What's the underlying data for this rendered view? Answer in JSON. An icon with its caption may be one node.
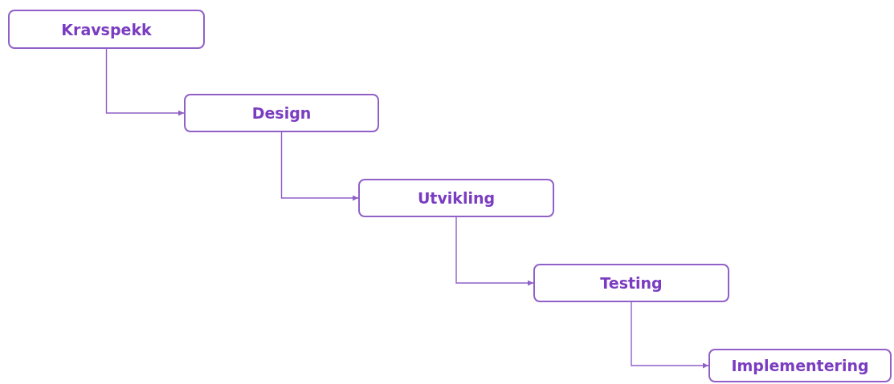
{
  "diagram": {
    "nodes": [
      {
        "text": [
          "Kravspekk"
        ]
      },
      {
        "text": [
          "Design"
        ]
      },
      {
        "text": [
          "Utvikling"
        ]
      },
      {
        "text": [
          "Testing"
        ]
      },
      {
        "text": [
          "Implementering"
        ]
      }
    ],
    "edges": [
      {
        "from": 0,
        "to": 1,
        "arrow": "to"
      },
      {
        "from": 1,
        "to": 2,
        "arrow": "to"
      },
      {
        "from": 2,
        "to": 3,
        "arrow": "to"
      },
      {
        "from": 3,
        "to": 4,
        "arrow": "to"
      }
    ]
  }
}
